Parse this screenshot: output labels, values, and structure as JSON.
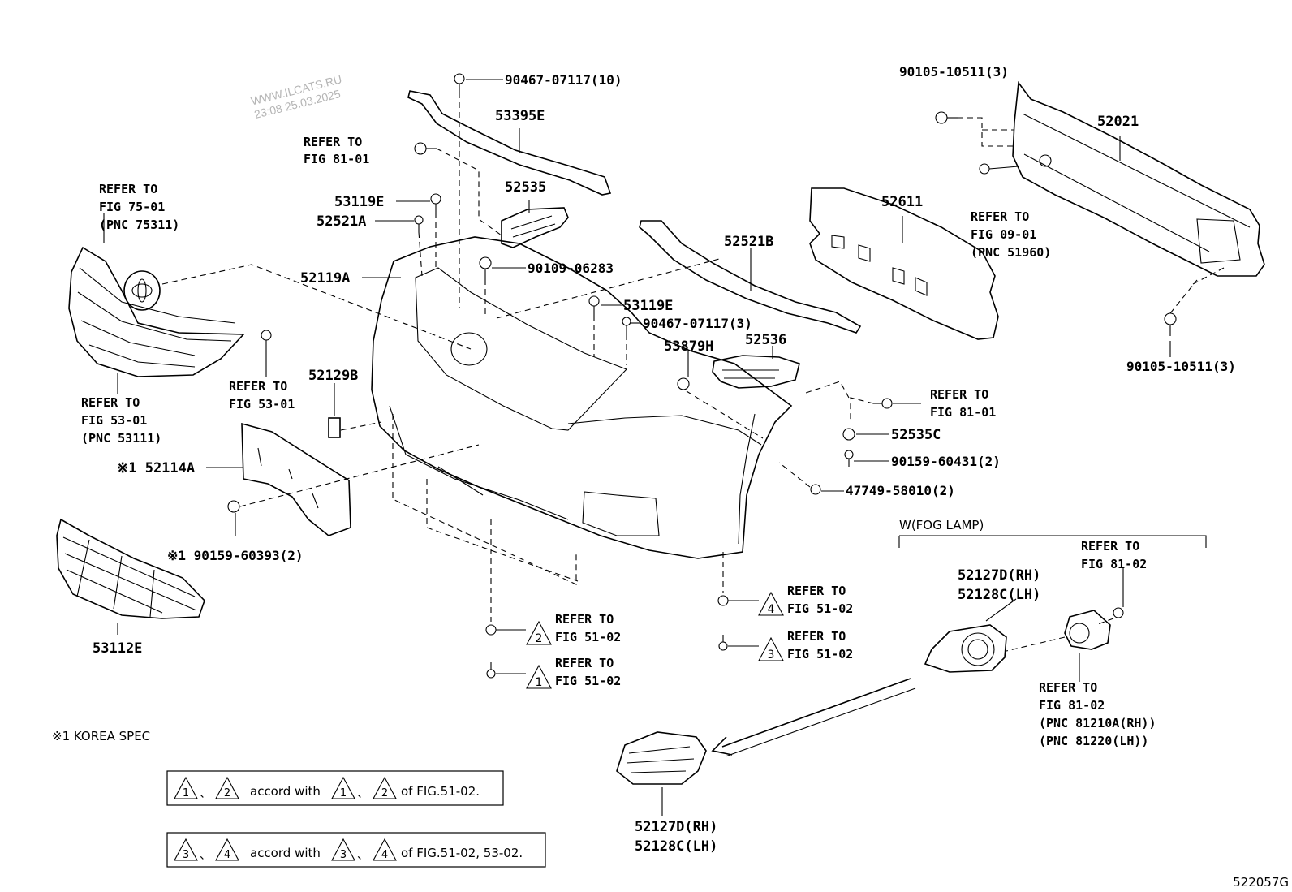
{
  "watermark": {
    "site": "WWW.ILCATS.RU",
    "datetime": "23:08 25.03.2025"
  },
  "diagram_id": "522057G",
  "parts": {
    "p90467_top": "90467-07117(10)",
    "p53395E": "53395E",
    "p90105_top": "90105-10511(3)",
    "p52021": "52021",
    "p52535": "52535",
    "p53119E_top": "53119E",
    "p52521A": "52521A",
    "p52611": "52611",
    "p90109": "90109-06283",
    "p52119A": "52119A",
    "p52521B": "52521B",
    "p53119E_mid": "53119E",
    "p90467_mid": "90467-07117(3)",
    "p90105_right": "90105-10511(3)",
    "p53879H": "53879H",
    "p52536": "52536",
    "p52129B": "52129B",
    "p52535C": "52535C",
    "p90159_60431": "90159-60431(2)",
    "p47749": "47749-58010(2)",
    "p52114A": "※1 52114A",
    "p90159_60393": "※1 90159-60393(2)",
    "p53112E": "53112E",
    "p52127D_a": "52127D(RH)",
    "p52128C_a": "52128C(LH)",
    "p52127D_b": "52127D(RH)",
    "p52128C_b": "52128C(LH)"
  },
  "refs": {
    "r_81_01_top": [
      "REFER TO",
      "FIG 81-01"
    ],
    "r_75_01": [
      "REFER TO",
      "FIG 75-01",
      "(PNC 75311)"
    ],
    "r_53_01_grille": [
      "REFER TO",
      "FIG 53-01",
      "(PNC 53111)"
    ],
    "r_53_01_clip": [
      "REFER TO",
      "FIG 53-01"
    ],
    "r_09_01": [
      "REFER TO",
      "FIG 09-01",
      "(PNC 51960)"
    ],
    "r_81_01_right": [
      "REFER TO",
      "FIG 81-01"
    ],
    "r_51_02_4": [
      "REFER TO",
      "FIG 51-02"
    ],
    "r_51_02_3": [
      "REFER TO",
      "FIG 51-02"
    ],
    "r_51_02_2": [
      "REFER TO",
      "FIG 51-02"
    ],
    "r_51_02_1": [
      "REFER TO",
      "FIG 51-02"
    ],
    "r_81_02_top": [
      "REFER TO",
      "FIG 81-02"
    ],
    "r_81_02_bottom": [
      "REFER TO",
      "FIG 81-02",
      "(PNC 81210A(RH))",
      "(PNC 81220(LH))"
    ]
  },
  "triangles": {
    "t1": "1",
    "t2": "2",
    "t3": "3",
    "t4": "4"
  },
  "fog_group": "W(FOG LAMP)",
  "korea_note": "※1 KOREA SPEC",
  "note1": {
    "sep": "、",
    "mid": "accord with",
    "tail": "of FIG.51-02."
  },
  "note2": {
    "sep": "、",
    "mid": "accord with",
    "tail": "of FIG.51-02, 53-02."
  }
}
